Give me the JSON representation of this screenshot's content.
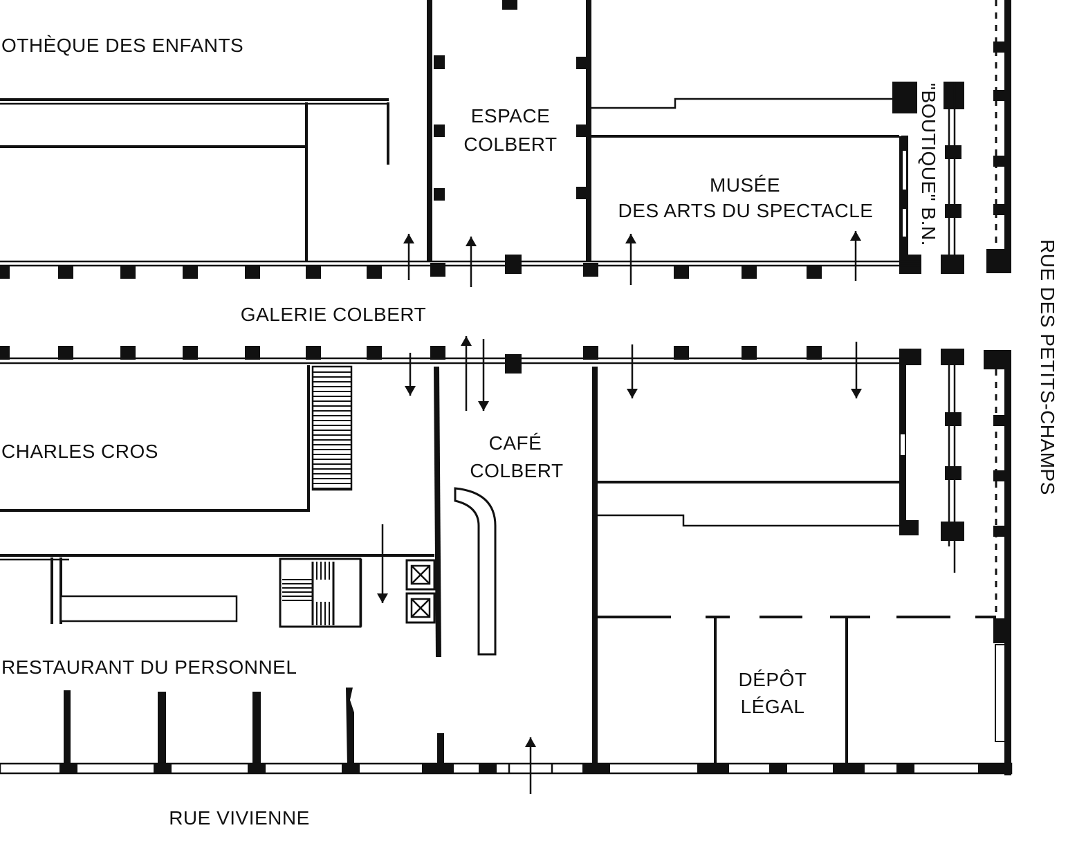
{
  "plan": {
    "labels": {
      "bibliotheque": "OTHÈQUE DES ENFANTS",
      "espace_1": "ESPACE",
      "espace_2": "COLBERT",
      "musee_1": "MUSÉE",
      "musee_2": "DES ARTS DU SPECTACLE",
      "boutique": "\"BOUTIQUE\" B.N.",
      "galerie": "GALERIE COLBERT",
      "charles_cros": "CHARLES CROS",
      "cafe_1": "CAFÉ",
      "cafe_2": "COLBERT",
      "restaurant": "RESTAURANT DU PERSONNEL",
      "depot_1": "DÉPÔT",
      "depot_2": "LÉGAL",
      "rue_vivienne": "RUE VIVIENNE",
      "rue_petits_champs": "RUE DES PETITS-CHAMPS"
    },
    "colors": {
      "ink": "#111111",
      "paper": "#ffffff"
    }
  }
}
